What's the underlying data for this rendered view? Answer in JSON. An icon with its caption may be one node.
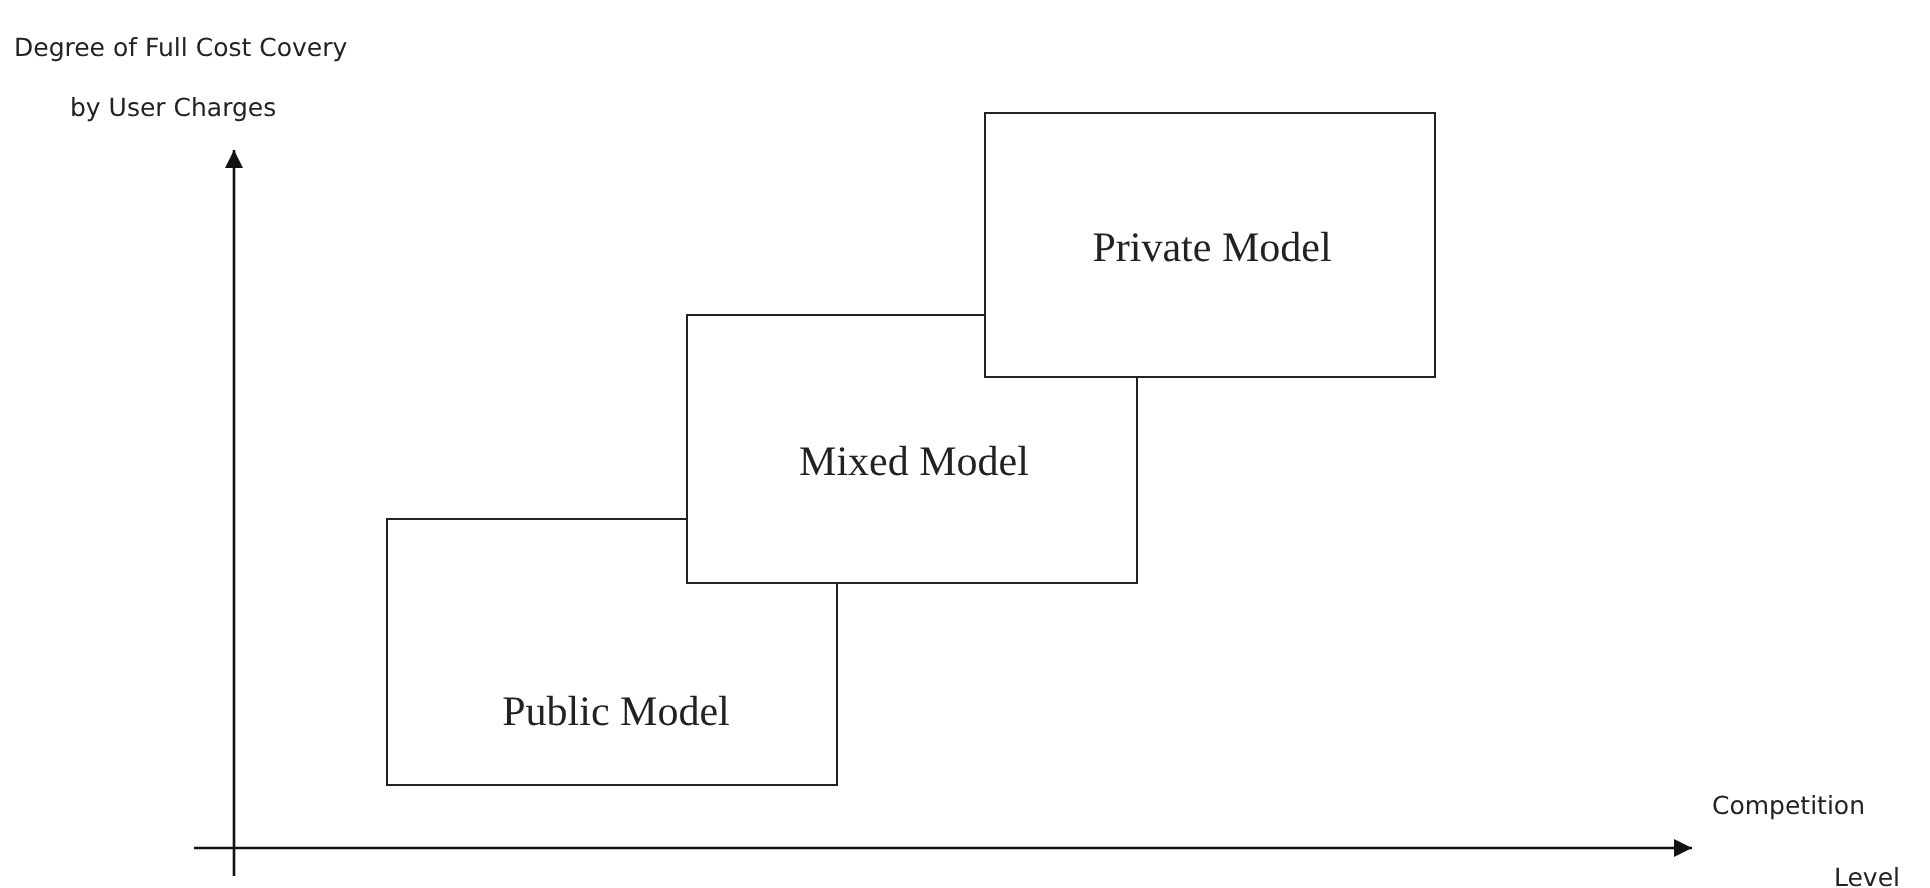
{
  "diagram": {
    "nodes": [
      {
        "text": [
          "Public Model"
        ]
      },
      {
        "text": [
          "Mixed Model"
        ]
      },
      {
        "text": [
          "Private Model"
        ]
      }
    ],
    "labels": [
      "Degree of Full Cost Covery",
      "by User Charges",
      "Competition",
      "Level"
    ]
  }
}
